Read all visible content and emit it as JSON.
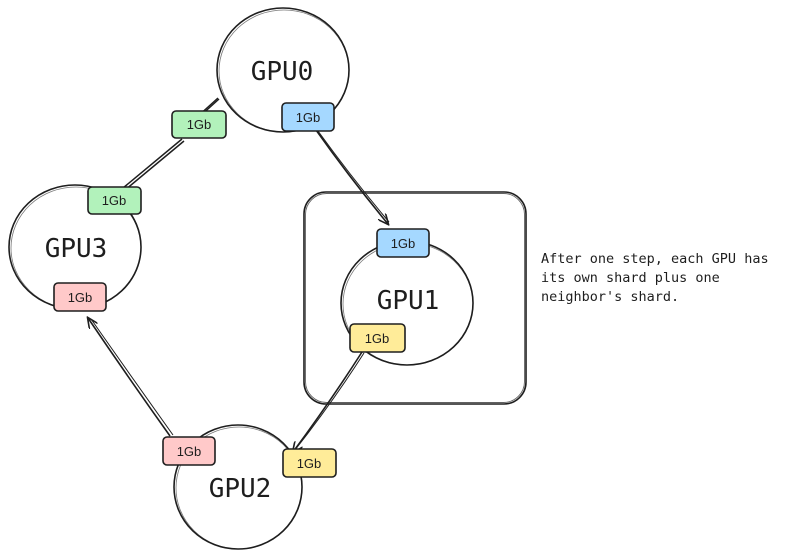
{
  "nodes": [
    {
      "id": "gpu0",
      "label": "GPU0"
    },
    {
      "id": "gpu1",
      "label": "GPU1"
    },
    {
      "id": "gpu2",
      "label": "GPU2"
    },
    {
      "id": "gpu3",
      "label": "GPU3"
    }
  ],
  "chips": [
    {
      "label": "1Gb",
      "color": "#a5d8ff"
    },
    {
      "label": "1Gb",
      "color": "#a5d8ff"
    },
    {
      "label": "1Gb",
      "color": "#b2f2bb"
    },
    {
      "label": "1Gb",
      "color": "#b2f2bb"
    },
    {
      "label": "1Gb",
      "color": "#ffc9c9"
    },
    {
      "label": "1Gb",
      "color": "#ffc9c9"
    },
    {
      "label": "1Gb",
      "color": "#ffec99"
    },
    {
      "label": "1Gb",
      "color": "#ffec99"
    }
  ],
  "note": {
    "lines": [
      "After one step, each GPU has",
      "its own shard plus one",
      "neighbor's shard."
    ]
  },
  "colors": {
    "stroke": "#1e1e1e",
    "blue": "#a5d8ff",
    "green": "#b2f2bb",
    "red": "#ffc9c9",
    "yellow": "#ffec99"
  }
}
